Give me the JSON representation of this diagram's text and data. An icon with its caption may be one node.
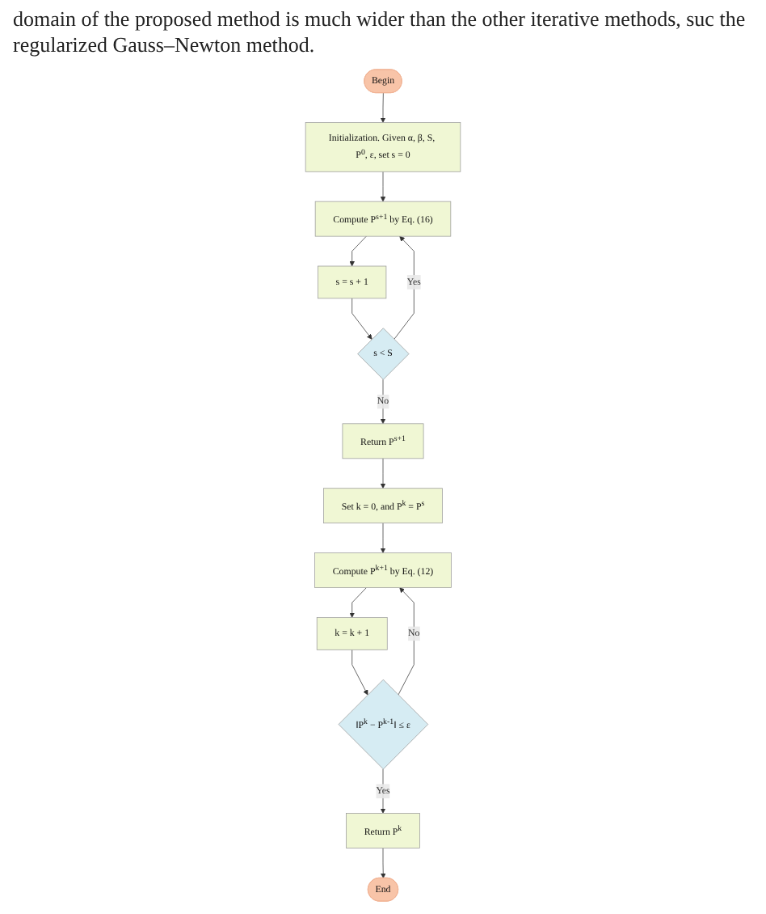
{
  "diagram": {
    "nodes": [
      {
        "text": [
          "Begin"
        ]
      },
      {
        "text": [
          "Initialization. Given α, β, S, P$^{0}$, ε, set s = 0"
        ]
      },
      {
        "text": [
          "Compute P$^{s+1}$ by Eq. (16)"
        ]
      },
      {
        "text": [
          "s = s + 1"
        ]
      },
      {
        "text": [
          "s < S"
        ]
      },
      {
        "text": [
          "Return P$^{s+1}$"
        ]
      },
      {
        "text": [
          "Set k = 0, and P$^{k}$ = P$^{s}$"
        ]
      },
      {
        "text": [
          "Compute P$^{k+1}$ by Eq. (12)"
        ]
      },
      {
        "text": [
          "k = k + 1"
        ]
      },
      {
        "text": [
          "‖P$^{k}$ − P$^{k-1}$‖ ≤ ε"
        ]
      },
      {
        "text": [
          "Return P$^{k}$"
        ]
      },
      {
        "text": [
          "End"
        ]
      }
    ],
    "edges": [
      {
        "from": 0,
        "to": 1,
        "arrow": "to"
      },
      {
        "from": 1,
        "to": 2,
        "arrow": "to"
      },
      {
        "from": 2,
        "to": 3,
        "arrow": "to"
      },
      {
        "from": 3,
        "to": 4,
        "arrow": "to"
      },
      {
        "from": 4,
        "to": 2,
        "arrow": "to",
        "label": "Yes"
      },
      {
        "from": 4,
        "to": 5,
        "arrow": "to",
        "label": "No"
      },
      {
        "from": 5,
        "to": 6,
        "arrow": "to"
      },
      {
        "from": 6,
        "to": 7,
        "arrow": "to"
      },
      {
        "from": 7,
        "to": 8,
        "arrow": "to"
      },
      {
        "from": 8,
        "to": 9,
        "arrow": "to"
      },
      {
        "from": 9,
        "to": 7,
        "arrow": "to",
        "label": "No"
      },
      {
        "from": 9,
        "to": 10,
        "arrow": "to",
        "label": "Yes"
      },
      {
        "from": 10,
        "to": 11,
        "arrow": "to"
      }
    ],
    "labels": [
      "domain of the proposed method is much wider than the other iterative methods, suc the regularized Gauss–Newton method."
    ]
  }
}
